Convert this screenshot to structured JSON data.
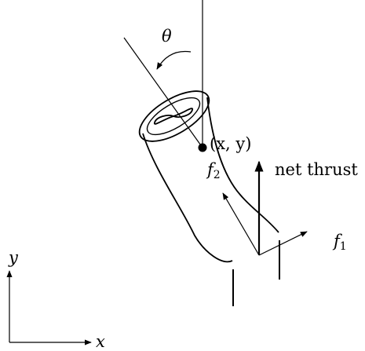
{
  "labels": {
    "theta": "θ",
    "com": "(x, y)",
    "f2_base": "f",
    "f2_sub": "2",
    "f1_base": "f",
    "f1_sub": "1",
    "net_thrust": "net thrust",
    "axis_x": "x",
    "axis_y": "y"
  },
  "colors": {
    "ink": "#000000",
    "background": "#ffffff"
  }
}
